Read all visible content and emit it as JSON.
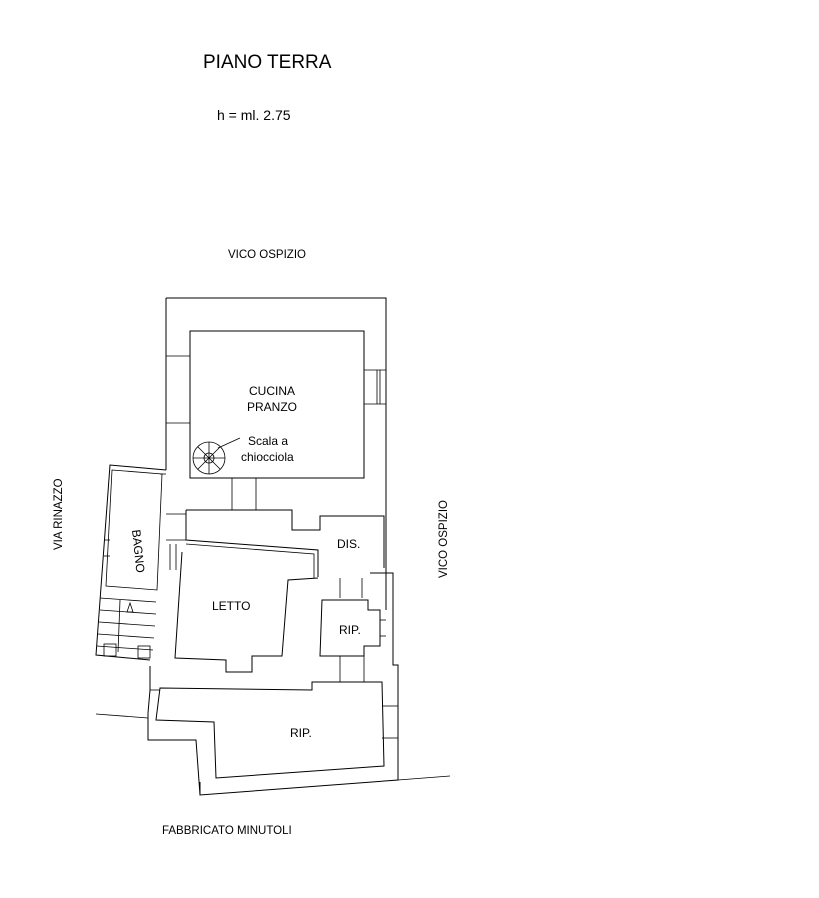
{
  "title": "PIANO TERRA",
  "height_note": "h = ml. 2.75",
  "streets": {
    "top": "VICO OSPIZIO",
    "right": "VICO OSPIZIO",
    "left": "VIA RINAZZO",
    "bottom": "FABBRICATO MINUTOLI"
  },
  "rooms": {
    "kitchen_line1": "CUCINA",
    "kitchen_line2": "PRANZO",
    "stair_line1": "Scala a",
    "stair_line2": "chiocciola",
    "bathroom": "BAGNO",
    "hallway": "DIS.",
    "bedroom": "LETTO",
    "storage_small": "RIP.",
    "storage_large": "RIP."
  }
}
